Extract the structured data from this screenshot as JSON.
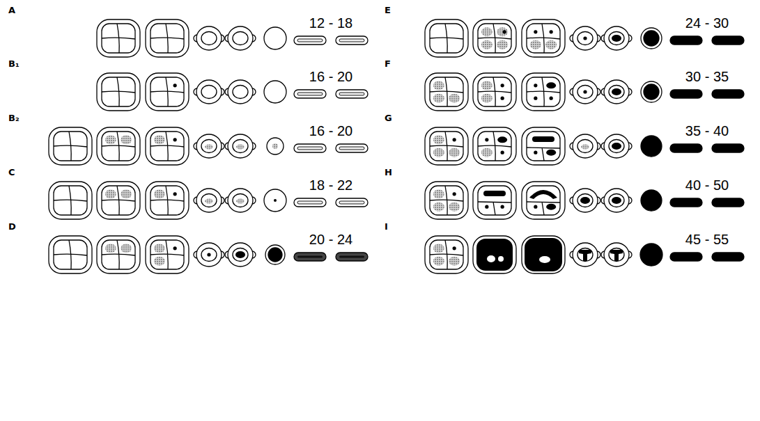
{
  "diagram": {
    "labels": [
      "A",
      "12 - 18",
      "B₁",
      "16 - 20",
      "B₂",
      "16 - 20",
      "C",
      "18 - 22",
      "D",
      "20 - 24",
      "E",
      "24 - 30",
      "F",
      "30 - 35",
      "G",
      "35 - 40",
      "H",
      "40 - 50",
      "I",
      "45 - 55"
    ]
  }
}
